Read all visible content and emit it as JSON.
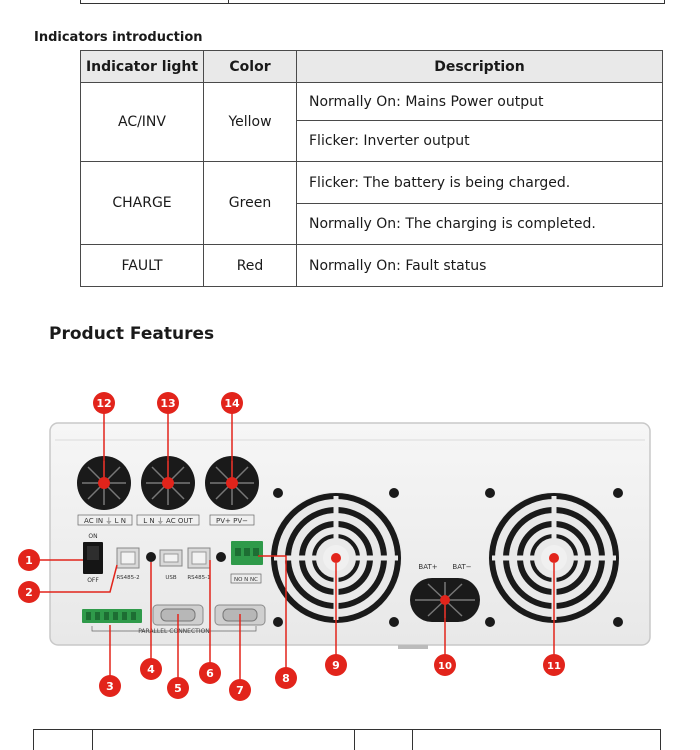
{
  "indicators": {
    "title": "Indicators introduction",
    "headers": [
      "Indicator light",
      "Color",
      "Description"
    ],
    "rows": [
      {
        "light": "AC/INV",
        "color": "Yellow",
        "descriptions": [
          "Normally On: Mains Power output",
          "Flicker: Inverter output"
        ]
      },
      {
        "light": "CHARGE",
        "color": "Green",
        "descriptions": [
          "Flicker: The battery is being charged.",
          "Normally On: The charging is completed."
        ]
      },
      {
        "light": "FAULT",
        "color": "Red",
        "descriptions": [
          "Normally On: Fault status"
        ]
      }
    ]
  },
  "features": {
    "title": "Product Features"
  },
  "device": {
    "port_labels": {
      "ac_in": "AC IN ⏚ L N",
      "ac_out": "L N ⏚ AC OUT",
      "pv": "PV+ PV−",
      "switch_on": "ON",
      "switch_off": "OFF",
      "rs485_2": "RS485-2",
      "usb": "USB",
      "rs485_1": "RS485-1",
      "dry_contact": "NO N NC",
      "parallel": "PARALLEL CONNECTION",
      "bat_pos": "BAT+",
      "bat_neg": "BAT−"
    },
    "callouts": [
      "1",
      "2",
      "3",
      "4",
      "5",
      "6",
      "7",
      "8",
      "9",
      "10",
      "11",
      "12",
      "13",
      "14"
    ],
    "callout_color": "#e2241b"
  }
}
